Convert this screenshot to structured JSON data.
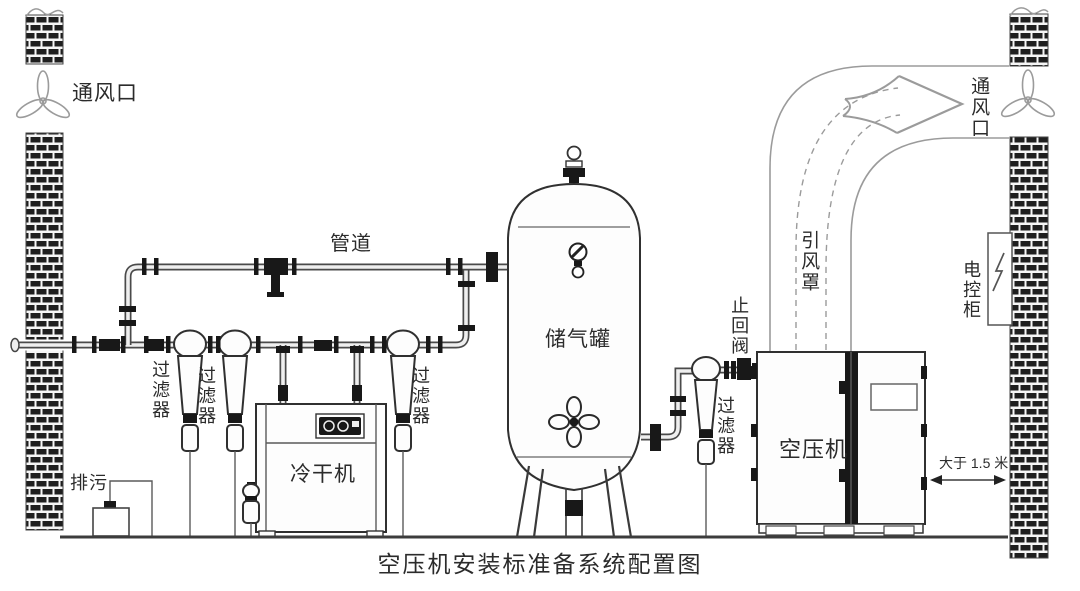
{
  "title": "空压机安装标准备系统配置图",
  "labels": {
    "vent_left": "通风口",
    "vent_right": "通风口",
    "pipeline": "管道",
    "drain": "排污",
    "dryer": "冷干机",
    "tank": "储气罐",
    "check_valve": "止回阀",
    "compressor": "空压机",
    "air_hood": "引风罩",
    "control_cabinet": "电控柜",
    "clearance": "大于 1.5 米",
    "filters": [
      "过滤器",
      "过滤器",
      "过滤器",
      "过滤器"
    ]
  },
  "icons": {
    "fan": "fan-icon",
    "lightning": "lightning-icon",
    "airflow_arrow": "airflow-arrow-icon",
    "pressure_gauge": "pressure-gauge-icon",
    "safety_valve": "safety-valve-icon",
    "brick_wall": "brick-wall"
  },
  "colors": {
    "background": "#ffffff",
    "text": "#2b2b2b",
    "line": "#3a3a3a",
    "light_line": "#9b9b9b",
    "brick": "#1f1f1f",
    "fitting": "#181818"
  }
}
